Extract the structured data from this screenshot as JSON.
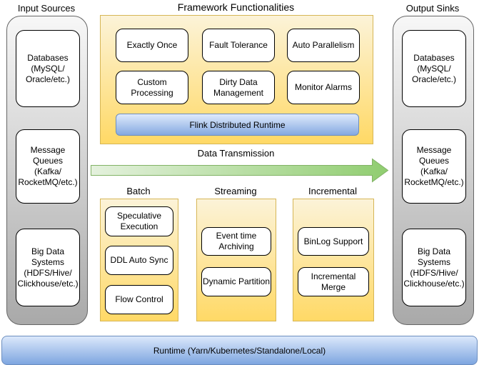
{
  "diagram": {
    "input_sources": {
      "title": "Input Sources",
      "items": [
        "Databases\n(MySQL/\nOracle/etc.)",
        "Message\nQueues\n(Kafka/\nRocketMQ/etc.)",
        "Big Data\nSystems\n(HDFS/Hive/\nClickhouse/etc.)"
      ]
    },
    "output_sinks": {
      "title": "Output Sinks",
      "items": [
        "Databases\n(MySQL/\nOracle/etc.)",
        "Message\nQueues\n(Kafka/\nRocketMQ/etc.)",
        "Big Data\nSystems\n(HDFS/Hive/\nClickhouse/etc.)"
      ]
    },
    "framework": {
      "title": "Framework Functionalities",
      "features": [
        "Exactly Once",
        "Fault Tolerance",
        "Auto Parallelism",
        "Custom\nProcessing",
        "Dirty Data\nManagement",
        "Monitor Alarms"
      ],
      "runtime": "Flink Distributed Runtime"
    },
    "transmission": {
      "label": "Data Transmission"
    },
    "groups": [
      {
        "title": "Batch",
        "items": [
          "Speculative\nExecution",
          "DDL Auto Sync",
          "Flow Control"
        ]
      },
      {
        "title": "Streaming",
        "items": [
          "Event time\nArchiving",
          "Dynamic Partition"
        ]
      },
      {
        "title": "Incremental",
        "items": [
          "BinLog Support",
          "Incremental\nMerge"
        ]
      }
    ],
    "runtime_bar": "Runtime (Yarn/Kubernetes/Standalone/Local)"
  },
  "colors": {
    "yellow_fill_top": "#fcf3d8",
    "yellow_fill_bottom": "#ffd966",
    "yellow_border": "#d6b656",
    "blue_fill_top": "#dbe8fb",
    "blue_fill_bottom": "#7ea6e0",
    "blue_border": "#6c8ebf",
    "gray_fill_top": "#f7f7f7",
    "gray_fill_bottom": "#a9a9a9",
    "gray_border": "#666666",
    "green_fill_light": "#e4f1dd",
    "green_fill_dark": "#90cd70",
    "green_border": "#82b366"
  }
}
